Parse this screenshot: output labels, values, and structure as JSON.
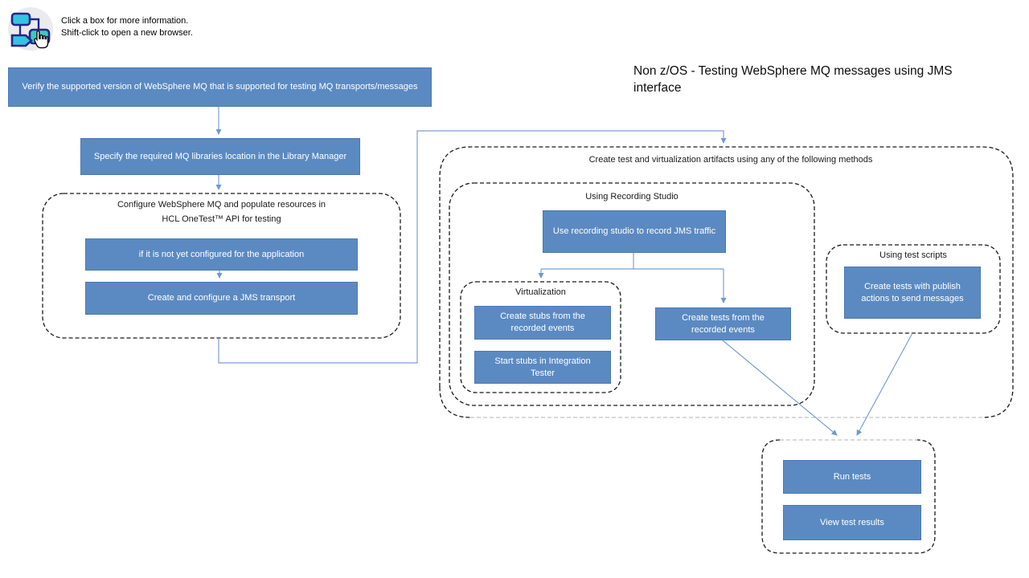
{
  "header": {
    "instructions": {
      "line1": "Click a box for more information.",
      "line2": "Shift-click to open a new browser."
    },
    "title": "Non z/OS - Testing WebSphere MQ messages using JMS interface"
  },
  "groups": {
    "configure": {
      "line1": "Configure WebSphere MQ and populate resources in",
      "line2": "HCL OneTest™ API for testing"
    },
    "artifacts": {
      "label": "Create test and virtualization artifacts using any of the following methods"
    },
    "recording": {
      "label": "Using Recording Studio"
    },
    "virtualization": {
      "label": "Virtualization"
    },
    "test_scripts": {
      "label": "Using test scripts"
    }
  },
  "nodes": {
    "verify": {
      "label": "Verify the supported version of WebSphere MQ that is supported for testing MQ transports/messages"
    },
    "specify": {
      "label": "Specify the required MQ libraries location in the Library Manager"
    },
    "not_configured": {
      "label": "if it is not yet configured for the application"
    },
    "jms_transport": {
      "label": "Create and configure a JMS transport"
    },
    "record_traffic": {
      "label": "Use recording studio to record JMS traffic"
    },
    "create_stubs": {
      "label": "Create stubs from the recorded events"
    },
    "start_stubs": {
      "label": "Start stubs in Integration Tester"
    },
    "tests_recorded": {
      "label": "Create tests from the recorded events"
    },
    "tests_publish": {
      "label": "Create tests with publish actions to send messages"
    },
    "run_tests": {
      "label": "Run tests"
    },
    "view_results": {
      "label": "View test results"
    }
  },
  "colors": {
    "node_fill": "#5b8ac2",
    "node_border": "#4a79b5",
    "connector": "#7b9fd4",
    "dash": "#1a1a1a",
    "dash_light": "#c4c4c4",
    "icon_shape_fill": "#35c4e0",
    "icon_shape_stroke": "#23268c"
  }
}
